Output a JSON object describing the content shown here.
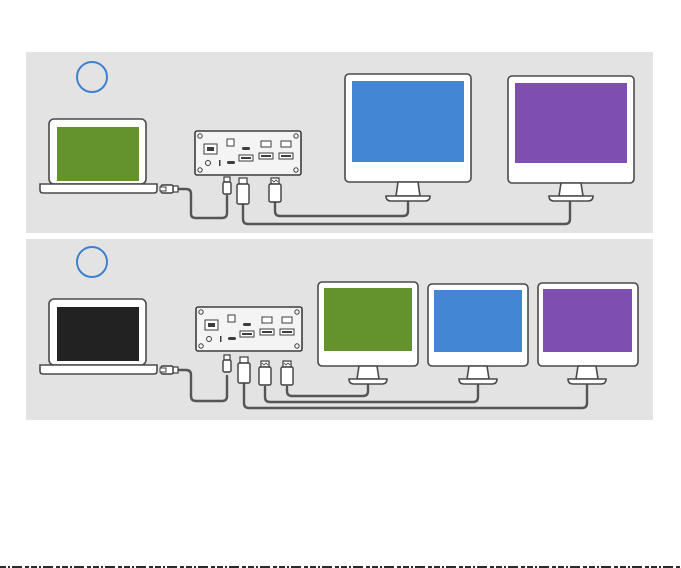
{
  "colors": {
    "panel_bg": "#e3e3e3",
    "step_circle": "#3f80cf",
    "screen_green": "#64932e",
    "screen_blue": "#4386d1",
    "screen_purple": "#7e4fb0",
    "screen_black": "#222222"
  },
  "scenarios": [
    {
      "laptop_screen": "screen_green",
      "monitors": [
        "screen_blue",
        "screen_purple"
      ]
    },
    {
      "laptop_screen": "screen_black",
      "monitors": [
        "screen_green",
        "screen_blue",
        "screen_purple"
      ]
    }
  ],
  "icons": [
    "step-circle-icon",
    "laptop-icon",
    "docking-station-icon",
    "monitor-icon",
    "usb-c-connector-icon",
    "displayport-connector-icon",
    "hdmi-connector-icon"
  ]
}
